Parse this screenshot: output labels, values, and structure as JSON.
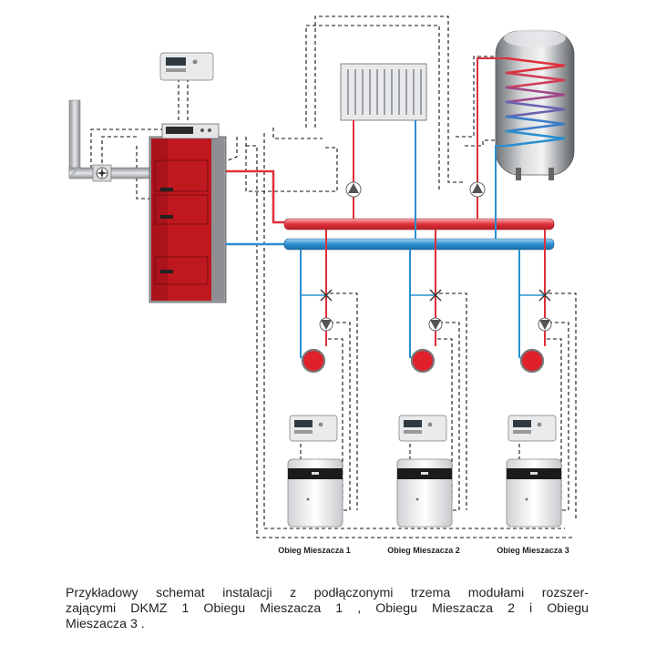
{
  "circuits": [
    {
      "label": "Obieg Mieszacza 1"
    },
    {
      "label": "Obieg Mieszacza 2"
    },
    {
      "label": "Obieg Mieszacza 3"
    }
  ],
  "caption": {
    "line1": "Przykładowy schemat instalacji z podłączonymi trzema modułami  rozszer-",
    "line2": "zającymi DKMZ 1 Obiegu Mieszacza 1 , Obiegu Mieszacza 2 i Obiegu",
    "line3": "Mieszacza 3 ."
  },
  "colors": {
    "supply": "#e0303a",
    "return": "#2a8fd0",
    "boiler": "#c0181f",
    "cable": "#111111"
  }
}
